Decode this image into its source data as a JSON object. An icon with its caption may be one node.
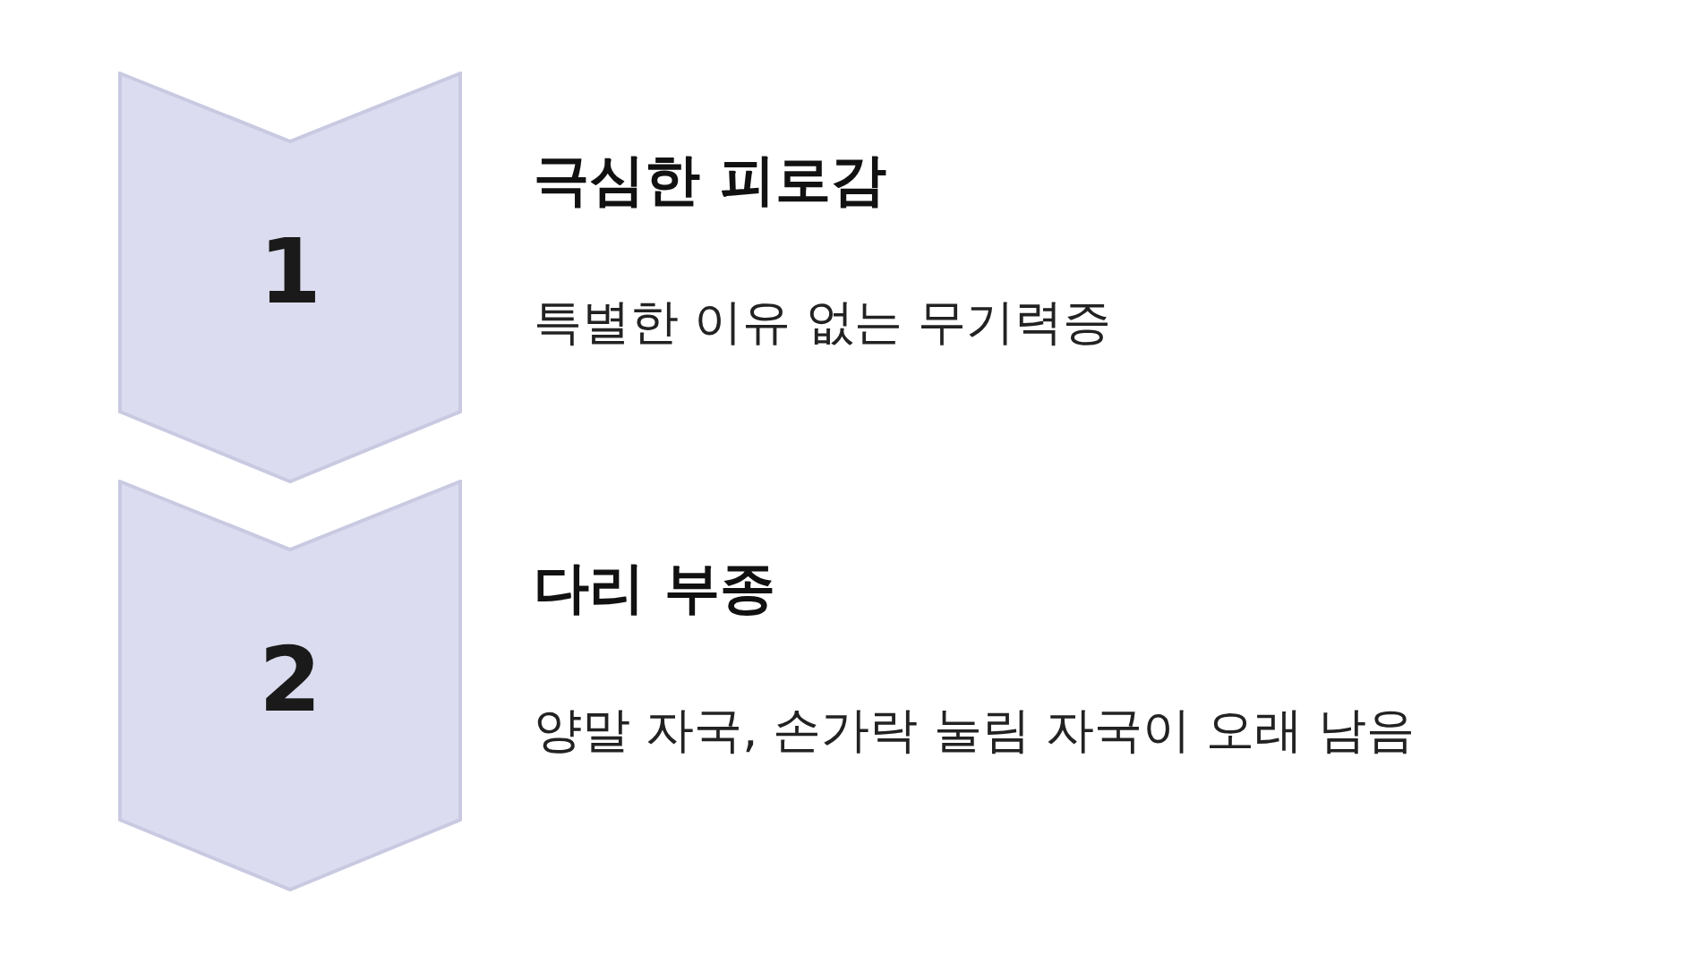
{
  "diagram": {
    "nodes": [
      {
        "text": [
          "1"
        ],
        "beside": [
          "극심한 피로감",
          "특별한 이유 없는 무기력증"
        ]
      },
      {
        "text": [
          "2"
        ],
        "beside": [
          "다리 부종",
          "양말 자국, 손가락 눌림 자국이 오래 남음"
        ]
      }
    ]
  }
}
